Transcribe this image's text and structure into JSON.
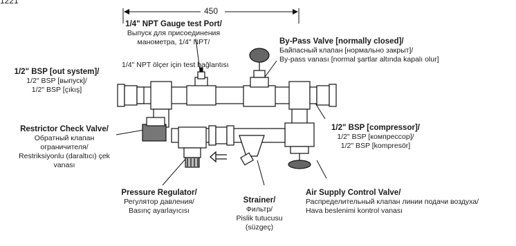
{
  "corner_code": "1221",
  "dimension": "450",
  "labels": {
    "gauge_port": {
      "title": "1/4\" NPT Gauge test Port/",
      "lines": [
        "Выпуск для присоединения",
        "манометра, 1/4\" NPT/"
      ],
      "extra": "1/4\" NPT ölçer için test bağlantısı"
    },
    "bypass_valve": {
      "title": "By-Pass Valve [normally closed]/",
      "lines": [
        "Байпасный клапан [нормально закрыт]/",
        "By-pass vanası [normal şartlar altında kapalı olur]"
      ]
    },
    "out_system": {
      "title": "1/2\" BSP [out system]/",
      "lines": [
        "1/2\" BSP [выпуск]/",
        "1/2\" BSP [çıkış]"
      ]
    },
    "restrictor": {
      "title": "Restrictor Check Valve/",
      "lines": [
        "Обратный клапан",
        "ограничителя/",
        "Restriksiyonlu (daraltıcı) çek",
        "vanası"
      ]
    },
    "compressor": {
      "title": "1/2\" BSP [compressor]/",
      "lines": [
        "1/2\" BSP [компрессор]/",
        "1/2\" BSP [kompresör]"
      ]
    },
    "regulator": {
      "title": "Pressure Regulator/",
      "lines": [
        "Регулятор давления/",
        "Basınç ayarlayıcısı"
      ]
    },
    "strainer": {
      "title": "Strainer/",
      "lines": [
        "Фильтр/",
        "Pislik tutucusu",
        "(süzgeç)"
      ]
    },
    "air_supply": {
      "title": "Air Supply Control Valve/",
      "lines": [
        "Распределительный клапан линии подачи воздуха/",
        "Hava beslenimi kontrol vanası"
      ]
    }
  }
}
